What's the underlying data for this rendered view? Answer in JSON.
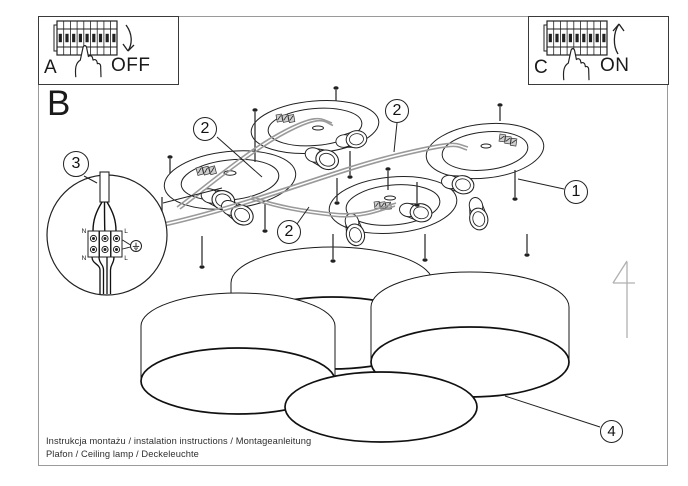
{
  "document": {
    "section_a": {
      "label": "A",
      "switch_state": "OFF"
    },
    "section_b": {
      "label": "B"
    },
    "section_c": {
      "label": "C",
      "switch_state": "ON"
    },
    "callouts": {
      "part1": "1",
      "part2": "2",
      "part3": "3",
      "part4": "4"
    },
    "wiring_detail": {
      "terminal_top_left": "N",
      "terminal_top_right": "L",
      "terminal_bottom_left": "N",
      "terminal_bottom_right": "L"
    },
    "footer": {
      "line1": "Instrukcja montażu / instalation instructions / Montageanleitung",
      "line2": "Plafon / Ceiling lamp / Deckeleuchte"
    }
  },
  "colors": {
    "line": "#222222",
    "bold_line": "#111111",
    "wire": "#9a9a9a",
    "frame": "#9a9a9a",
    "faint_mark": "#b0b0b0"
  }
}
